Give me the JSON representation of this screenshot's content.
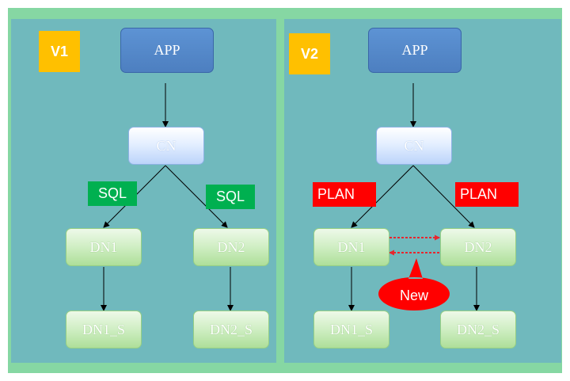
{
  "panels": [
    {
      "version": "V1",
      "app": "APP",
      "cn": "CN",
      "dn1": "DN1",
      "dn2": "DN2",
      "dn1_standby": "DN1_S",
      "dn2_standby": "DN2_S",
      "left_label": "SQL",
      "right_label": "SQL",
      "label_color": "#00b050"
    },
    {
      "version": "V2",
      "app": "APP",
      "cn": "CN",
      "dn1": "DN1",
      "dn2": "DN2",
      "dn1_standby": "DN1_S",
      "dn2_standby": "DN2_S",
      "left_label": "PLAN",
      "right_label": "PLAN",
      "label_color": "#ff0000",
      "callout": "New"
    }
  ],
  "colors": {
    "frame": "#86d7a3",
    "panel": "#70b9bd",
    "app": "#5b8fd0",
    "version_badge": "#ffc000",
    "dn_link": "#e8262e"
  }
}
